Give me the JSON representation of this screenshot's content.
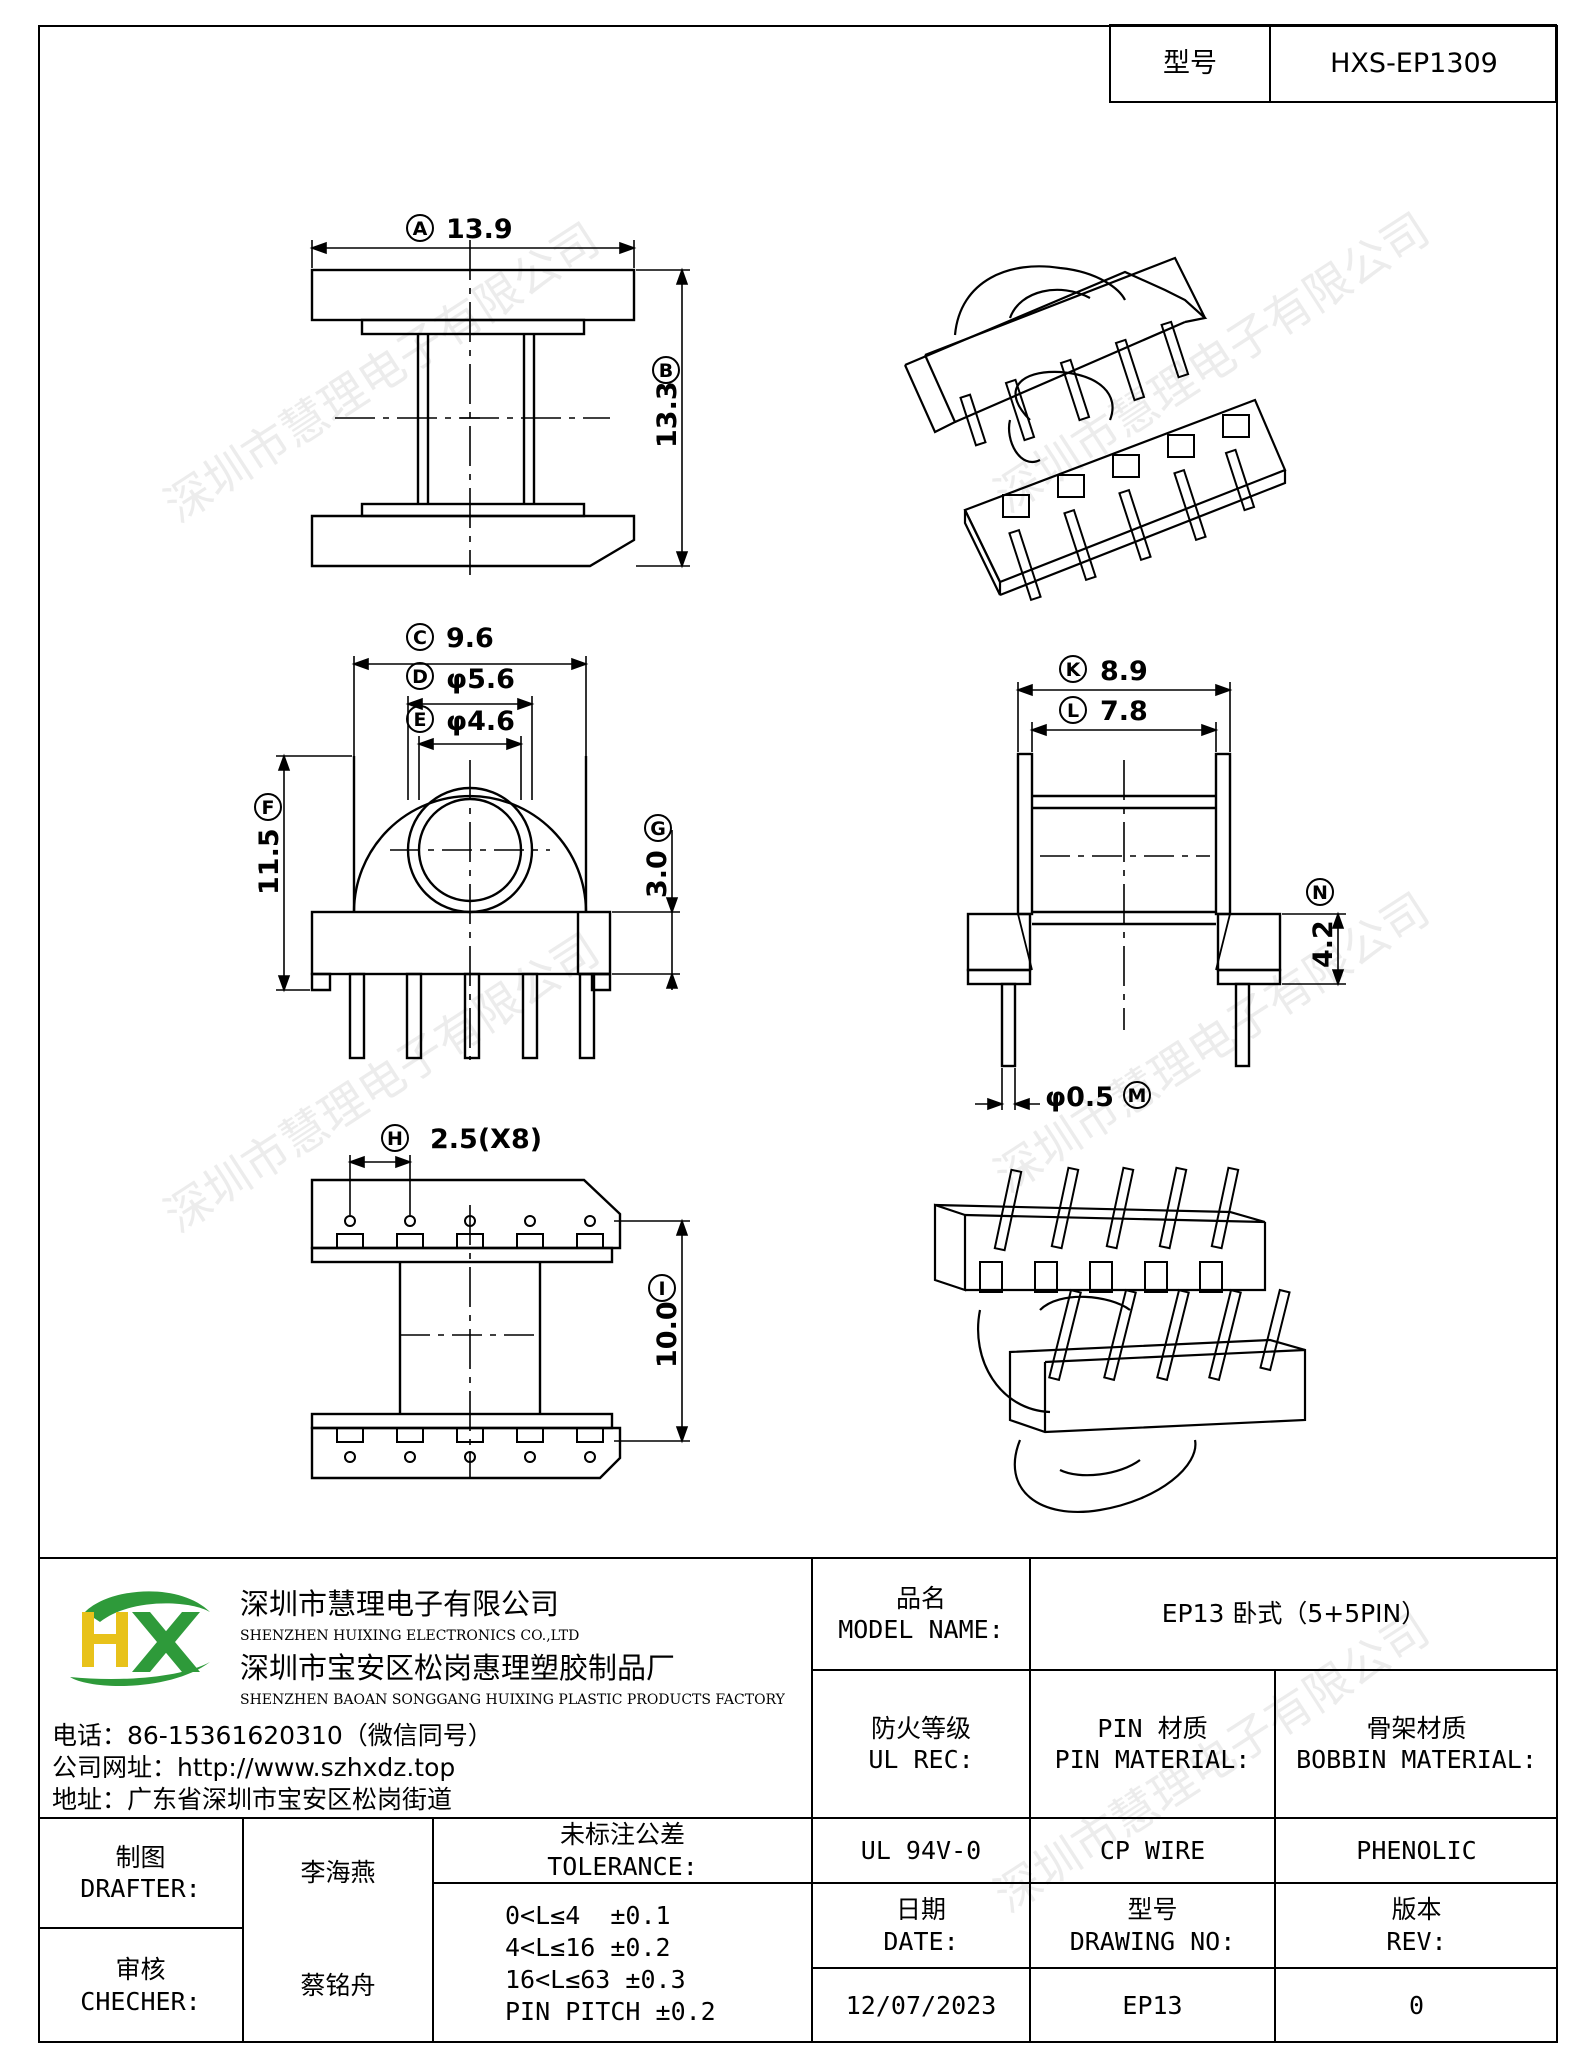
{
  "header": {
    "model_label": "型号",
    "model_value": "HXS-EP1309"
  },
  "drawing": {
    "dims": {
      "A": "13.9",
      "B": "13.3",
      "C": "9.6",
      "D": "φ5.6",
      "E": "φ4.6",
      "F": "11.5",
      "G": "3.0",
      "H": "2.5(X8)",
      "I": "10.0",
      "K": "8.9",
      "L": "7.8",
      "M": "φ0.5",
      "N": "4.2"
    },
    "letters": [
      "A",
      "B",
      "C",
      "D",
      "E",
      "F",
      "G",
      "H",
      "I",
      "K",
      "L",
      "M",
      "N"
    ]
  },
  "watermark": "深圳市慧理电子有限公司",
  "company": {
    "logo_text": "HX",
    "name_cn": "深圳市慧理电子有限公司",
    "name_en": "SHENZHEN HUIXING ELECTRONICS CO.,LTD",
    "factory_cn": "深圳市宝安区松岗惠理塑胶制品厂",
    "factory_en": "SHENZHEN BAOAN SONGGANG HUIXING PLASTIC PRODUCTS FACTORY",
    "phone": "电话：86-15361620310（微信同号）",
    "website": "公司网址：http://www.szhxdz.top",
    "address": "地址：广东省深圳市宝安区松岗街道"
  },
  "title_block": {
    "model_name_cn": "品名",
    "model_name_en": "MODEL NAME:",
    "model_name_value": "EP13 卧式（5+5PIN）",
    "ul_cn": "防火等级",
    "ul_en": "UL REC:",
    "pin_cn": "PIN 材质",
    "pin_en": "PIN MATERIAL:",
    "bobbin_cn": "骨架材质",
    "bobbin_en": "BOBBIN MATERIAL:",
    "ul_value": "UL 94V-0",
    "pin_value": "CP WIRE",
    "bobbin_value": "PHENOLIC",
    "drafter_cn": "制图",
    "drafter_en": "DRAFTER:",
    "drafter_name": "李海燕",
    "checker_cn": "审核",
    "checker_en": "CHECHER:",
    "checker_name": "蔡铭舟",
    "tolerance_cn": "未标注公差",
    "tolerance_en": "TOLERANCE:",
    "tolerance_lines": [
      "0<L≤4  ±0.1",
      "4<L≤16 ±0.2",
      "16<L≤63 ±0.3",
      "PIN PITCH ±0.2"
    ],
    "date_cn": "日期",
    "date_en": "DATE:",
    "drawing_no_cn": "型号",
    "drawing_no_en": "DRAWING NO:",
    "rev_cn": "版本",
    "rev_en": "REV:",
    "date_value": "12/07/2023",
    "drawing_no_value": "EP13",
    "rev_value": "0"
  },
  "colors": {
    "logo_green": "#2e9a3a",
    "logo_yellow": "#e8c21a",
    "line": "#000000"
  }
}
